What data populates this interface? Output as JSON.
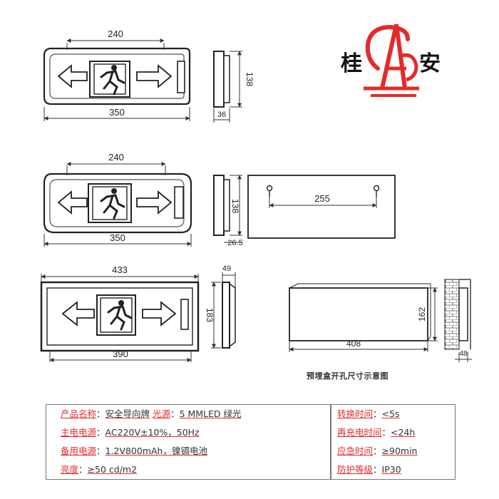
{
  "brand": {
    "left_char": "桂",
    "right_char": "安",
    "logo_color": "#e32b2b"
  },
  "diagrams": {
    "d1": {
      "width_label": "350",
      "hole_label": "240",
      "height_label": "138",
      "depth_label": "36"
    },
    "d2": {
      "width_label": "350",
      "hole_label": "240",
      "height_label": "138",
      "depth_label": "26.5",
      "back_span_label": "255"
    },
    "d3": {
      "width_label": "433",
      "inner_label": "390",
      "height_label": "183",
      "depth_label": "49"
    },
    "box": {
      "width_label": "408",
      "height_label": "162",
      "depth_label": "48"
    }
  },
  "caption": "预埋盒开孔尺寸示意图",
  "specs": {
    "left": [
      {
        "label": "产品名称",
        "value": "安全导向牌",
        "label2": "光源",
        "value2": "5 MMLED 绿光"
      },
      {
        "label": "主电电源",
        "value": "AC220V±10%，50Hz"
      },
      {
        "label": "备用电源",
        "value": "1.2V800mAh，镍镉电池"
      },
      {
        "label": "亮度",
        "value": "≥50 cd/m2"
      }
    ],
    "right": [
      {
        "label": "转换时间",
        "value": "<5s"
      },
      {
        "label": "再充电时间",
        "value": "<24h"
      },
      {
        "label": "应急时间",
        "value": "≥90min"
      },
      {
        "label": "防护等级",
        "value": "IP30"
      }
    ]
  }
}
